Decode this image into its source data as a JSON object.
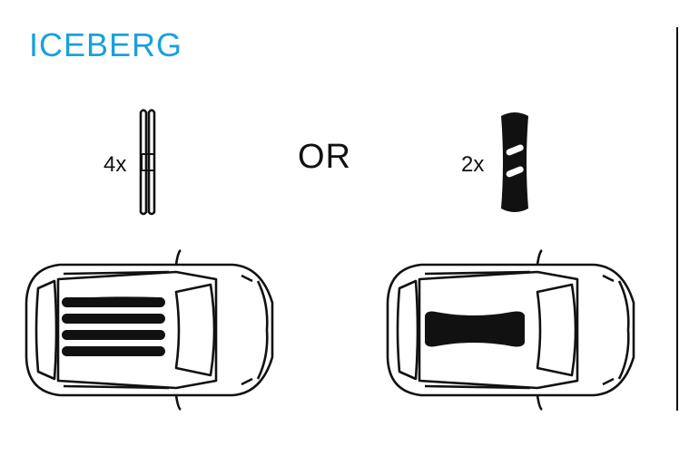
{
  "title": "ICEBERG",
  "colors": {
    "title": "#1aa0dc",
    "ink": "#111111"
  },
  "options": [
    {
      "count": "4x",
      "item_icon": "skis-icon",
      "car_icon": "car-with-skis-icon"
    },
    {
      "count": "2x",
      "item_icon": "snowboard-icon",
      "car_icon": "car-with-snowboard-icon"
    }
  ],
  "separator": "OR"
}
